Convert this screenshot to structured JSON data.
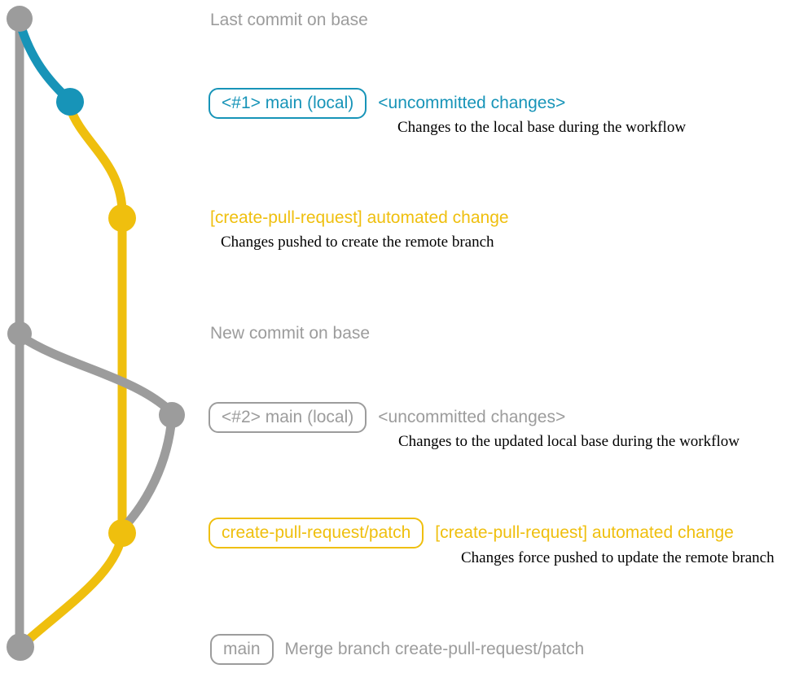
{
  "colors": {
    "gray": "#9c9c9c",
    "blue": "#1794b8",
    "yellow": "#efbf0e",
    "ink": "#000000",
    "bg": "#ffffff"
  },
  "rows": {
    "last_base": {
      "text": "Last commit on base"
    },
    "main_local_1": {
      "badge": "<#1> main (local)",
      "title": "<uncommitted changes>",
      "desc": "Changes to the local base during the workflow"
    },
    "automated_1": {
      "title": "[create-pull-request] automated change",
      "desc": "Changes pushed to create the remote branch"
    },
    "new_base": {
      "text": "New commit on base"
    },
    "main_local_2": {
      "badge": "<#2> main (local)",
      "title": "<uncommitted changes>",
      "desc": "Changes to the updated local base during the workflow"
    },
    "patch_branch": {
      "badge": "create-pull-request/patch",
      "title": "[create-pull-request] automated change",
      "desc": "Changes force pushed to update the remote branch"
    },
    "merge": {
      "badge": "main",
      "title": "Merge branch create-pull-request/patch"
    }
  },
  "graph": {
    "commit_order": [
      "last-commit-on-base",
      "main-local-1-uncommitted",
      "create-pull-request-automated-change-1",
      "new-commit-on-base",
      "main-local-2-uncommitted",
      "create-pull-request-automated-change-2",
      "merge-branch-create-pull-request-patch"
    ],
    "branch_color_roles": {
      "gray": "base branch (main)",
      "blue": "local main with uncommitted changes",
      "yellow": "create-pull-request/patch branch"
    }
  }
}
